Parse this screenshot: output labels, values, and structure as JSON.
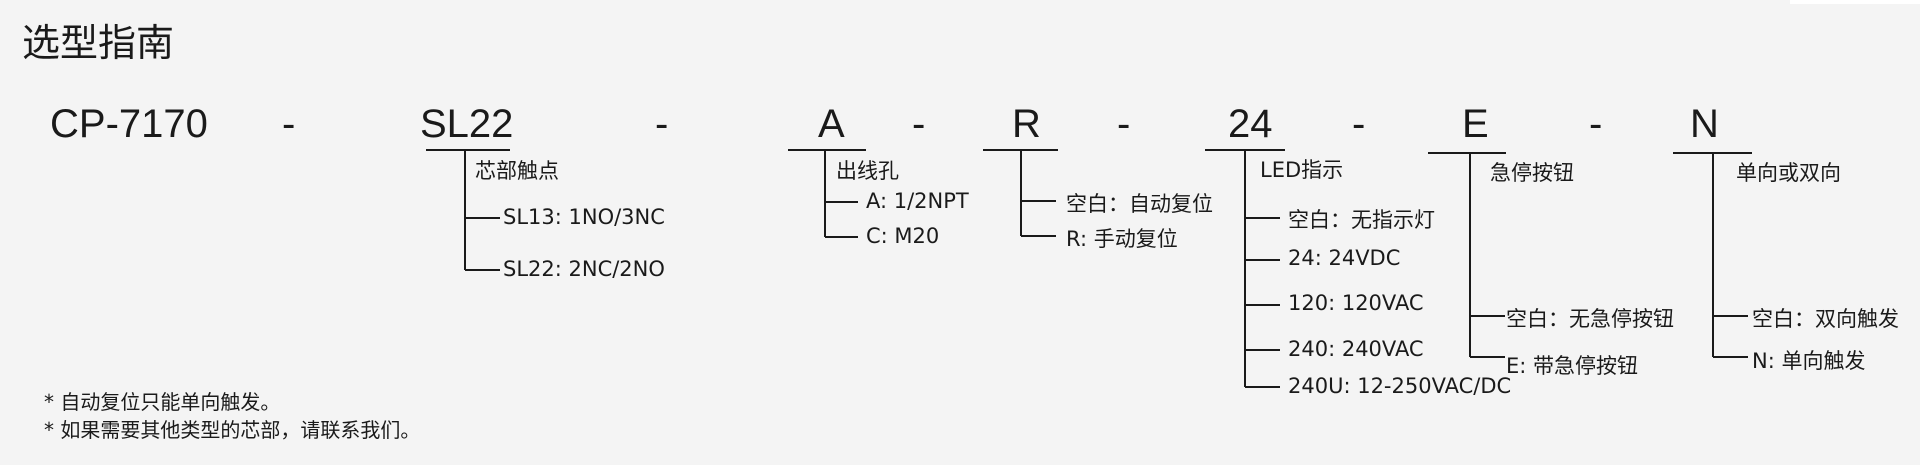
{
  "title": "选型指南",
  "code": {
    "base": "CP-7170",
    "dash1": "-",
    "core": "SL22",
    "dash2": "-",
    "outlet": "A",
    "dash3": "-",
    "reset": "R",
    "dash4": "-",
    "voltage": "24",
    "dash5": "-",
    "estop": "E",
    "dash6": "-",
    "trigger": "N"
  },
  "groups": {
    "core": {
      "heading": "芯部触点",
      "options": [
        "SL13: 1NO/3NC",
        "SL22: 2NC/2NO"
      ]
    },
    "outlet": {
      "heading": "出线孔",
      "options": [
        "A: 1/2NPT",
        "C: M20"
      ]
    },
    "reset": {
      "options": [
        "空白：自动复位",
        "R: 手动复位"
      ]
    },
    "voltage": {
      "heading": "LED指示",
      "options": [
        "空白：无指示灯",
        "24: 24VDC",
        "120: 120VAC",
        "240: 240VAC",
        "240U: 12-250VAC/DC"
      ]
    },
    "estop": {
      "heading": "急停按钮",
      "options": [
        "空白：无急停按钮",
        "E: 带急停按钮"
      ]
    },
    "trigger": {
      "heading": "单向或双向",
      "options": [
        "空白：双向触发",
        "N: 单向触发"
      ]
    }
  },
  "notes": [
    "* 自动复位只能单向触发。",
    "* 如果需要其他类型的芯部，请联系我们。"
  ]
}
